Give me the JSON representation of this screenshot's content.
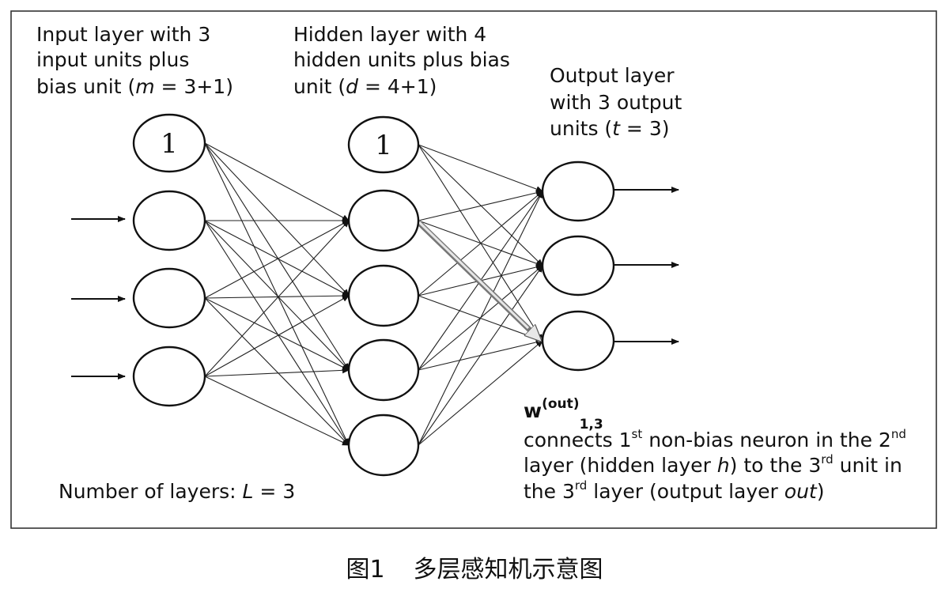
{
  "labels": {
    "input_layer": [
      "Input layer with 3",
      "input units plus",
      "bias unit (",
      "m",
      " = 3+1)"
    ],
    "hidden_layer": [
      "Hidden layer with 4",
      "hidden units plus bias",
      "unit (",
      "d",
      " = 4+1)"
    ],
    "output_layer": [
      "Output layer",
      "with 3 output",
      "units (",
      "t",
      " = 3)"
    ],
    "layers_count": [
      "Number of layers: ",
      "L",
      " = 3"
    ],
    "bias_glyph": "1"
  },
  "weight_note": {
    "symbol": "w",
    "superscript": "(out)",
    "subscript": "1,3",
    "line1": [
      "connects 1",
      "st",
      " non-bias neuron in the 2",
      "nd"
    ],
    "line2": [
      "layer (hidden layer ",
      "h",
      ") to the 3",
      "rd",
      " unit in"
    ],
    "line3": [
      "the 3",
      "rd",
      " layer (output layer ",
      "out",
      ")"
    ]
  },
  "caption": {
    "figure_no": "图1",
    "title": "多层感知机示意图"
  }
}
